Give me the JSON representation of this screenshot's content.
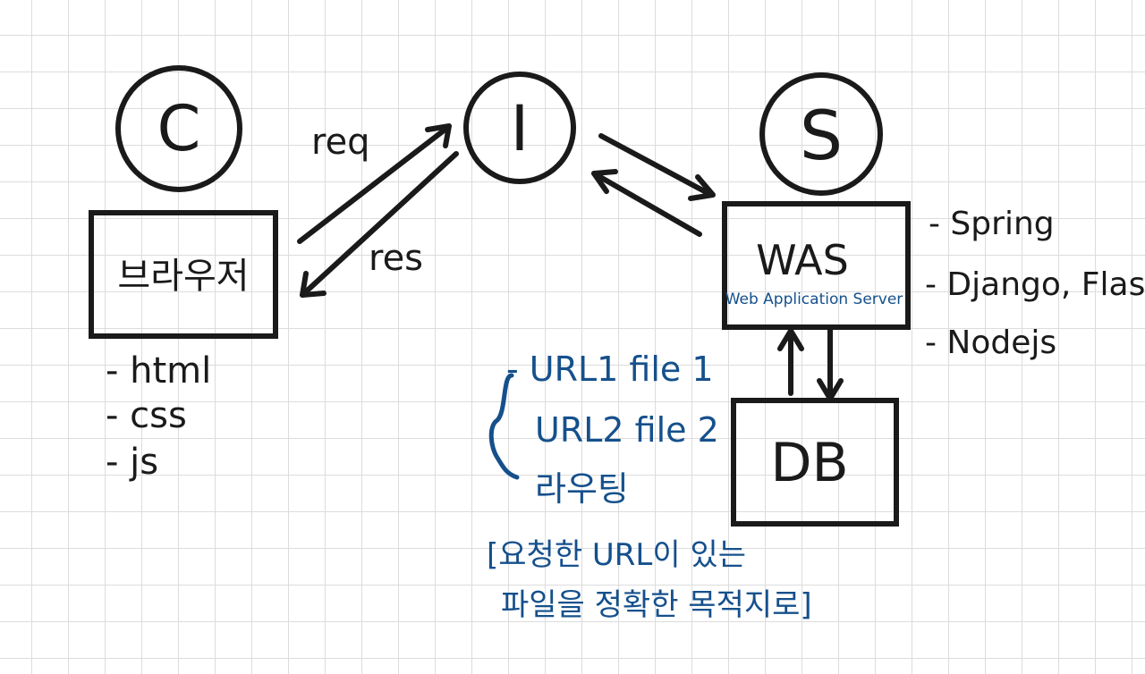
{
  "nodes": {
    "client": {
      "letter": "C"
    },
    "internet": {
      "letter": "I"
    },
    "server": {
      "letter": "S"
    }
  },
  "edges": {
    "request_label": "req",
    "response_label": "res"
  },
  "browser_box": {
    "label": "브라우저",
    "items": [
      "- html",
      "- css",
      "- js"
    ]
  },
  "was_box": {
    "label": "WAS",
    "sublabel": "Web Application Server",
    "frameworks": [
      "- Spring",
      "- Django, Flask",
      "- Nodejs"
    ]
  },
  "db_box": {
    "label": "DB"
  },
  "routing_note": {
    "lines": [
      "- URL1  file 1",
      "URL2 file 2",
      "라우팅"
    ],
    "description": [
      "[요청한 URL이 있는",
      "파일을 정확한 목적지로]"
    ]
  },
  "colors": {
    "ink_black": "#1a1a1a",
    "ink_blue": "#15508c",
    "grid": "#dcdcdc"
  }
}
